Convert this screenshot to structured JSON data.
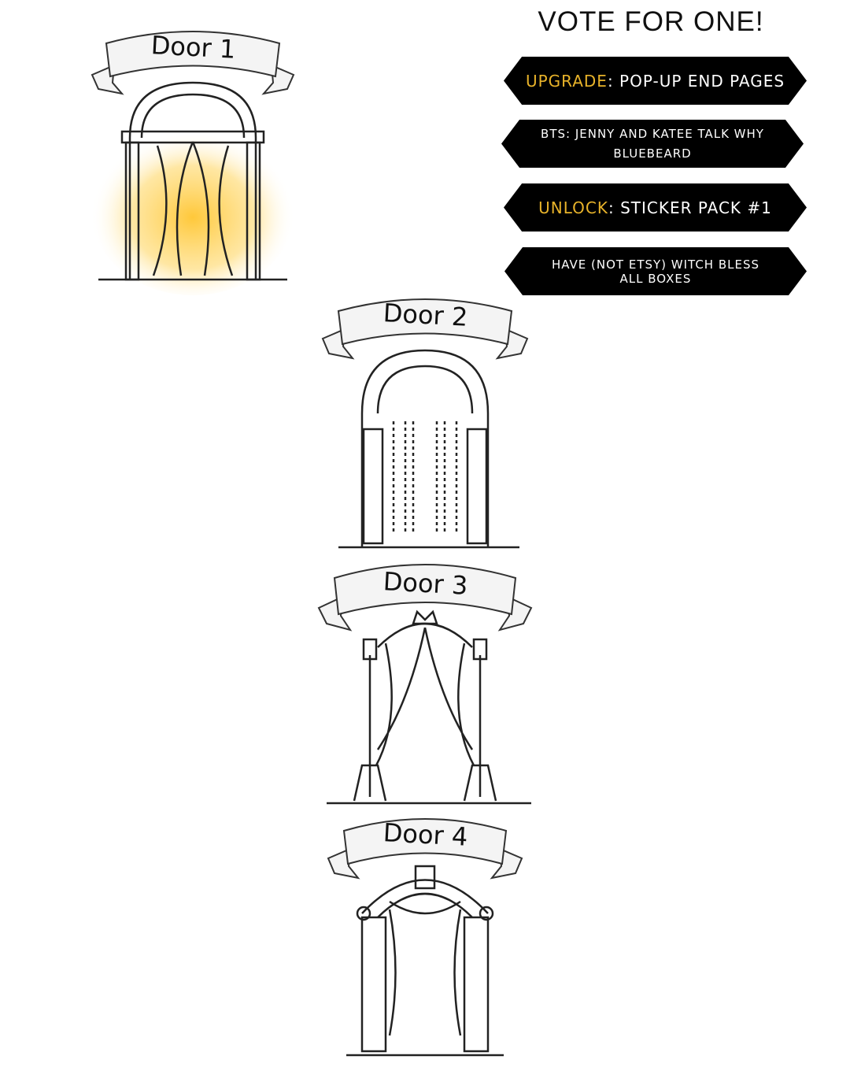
{
  "title": "VOTE FOR ONE!",
  "colors": {
    "accent": "#e8b32a",
    "button_bg": "#000000",
    "glow": "#ffc83a"
  },
  "options": [
    {
      "accent": "UPGRADE",
      "text": ": POP-UP END PAGES"
    },
    {
      "line1": "BTS: JENNY AND KATEE TALK WHY",
      "line2": "BLUEBEARD"
    },
    {
      "accent": "UNLOCK",
      "text": ": STICKER PACK #1"
    },
    {
      "line1": "HAVE (NOT ETSY) WITCH BLESS",
      "line2": "ALL BOXES"
    }
  ],
  "doors": [
    {
      "label": "Door 1",
      "highlighted": true
    },
    {
      "label": "Door 2",
      "highlighted": false
    },
    {
      "label": "Door 3",
      "highlighted": false
    },
    {
      "label": "Door 4",
      "highlighted": false
    }
  ]
}
